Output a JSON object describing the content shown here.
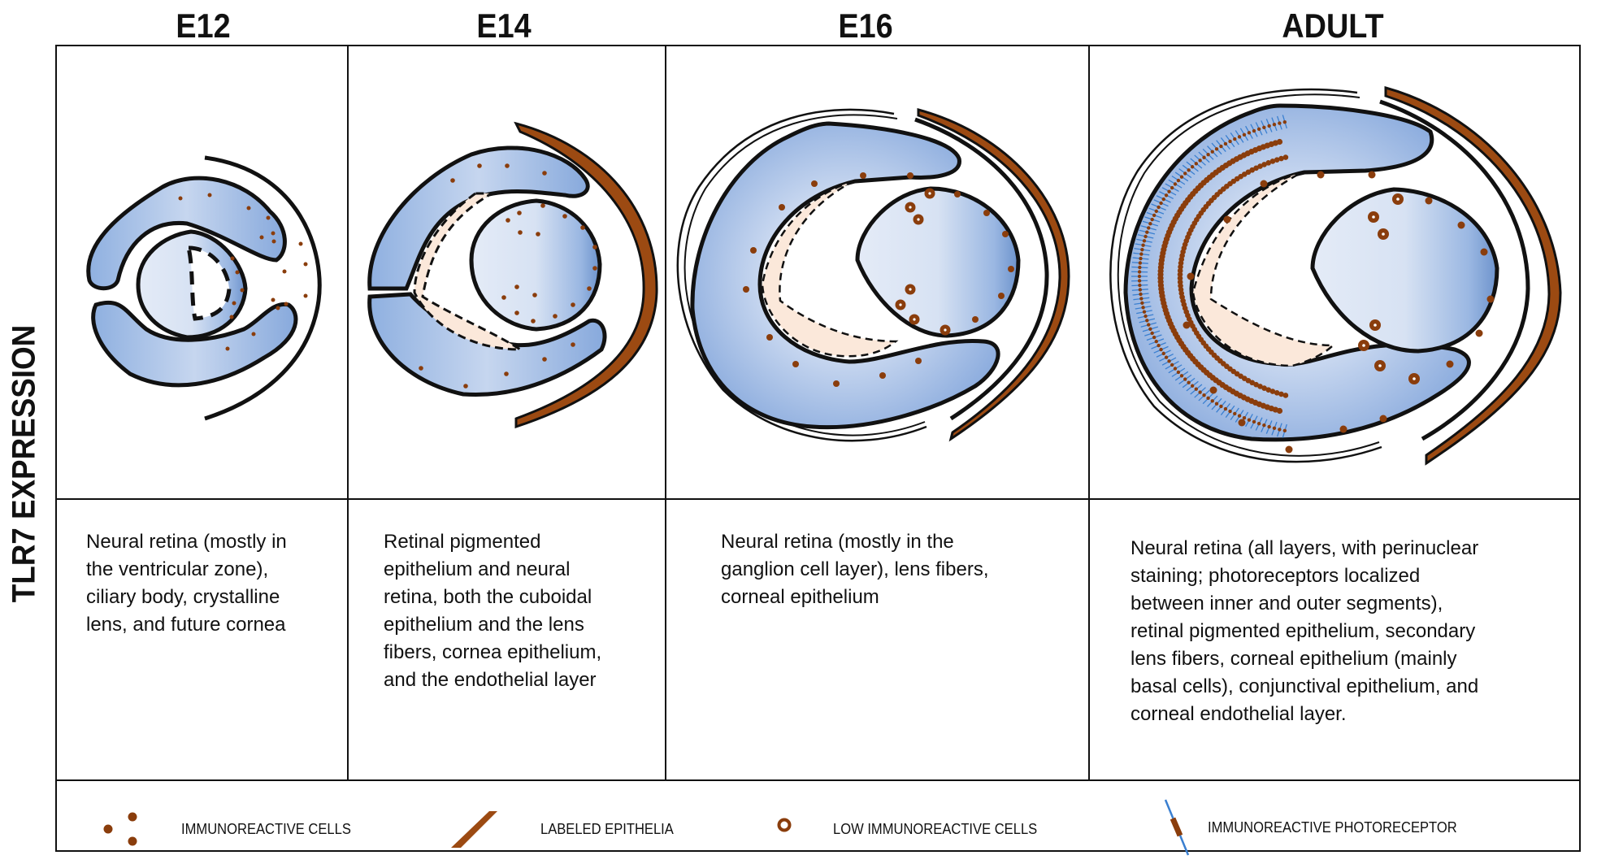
{
  "side_label": "TLR7 EXPRESSION",
  "stages": [
    {
      "title": "E12",
      "description": "Neural retina (mostly in the ventricular zone), ciliary body, crystalline lens, and future cornea",
      "lines": [
        "Neural retina (mostly in",
        "the ventricular zone),",
        "ciliary body, crystalline",
        "lens, and future cornea"
      ]
    },
    {
      "title": "E14",
      "description": "Retinal pigmented epithelium and neural retina, both the cuboidal epithelium and the lens fibers, cornea epithelium, and the endothelial layer",
      "lines": [
        "Retinal pigmented",
        "epithelium and neural",
        "retina, both the cuboidal",
        "epithelium and the lens",
        "fibers, cornea epithelium,",
        "and the endothelial layer"
      ]
    },
    {
      "title": "E16",
      "description": "Neural retina (mostly in the ganglion cell layer), lens fibers, corneal epithelium",
      "lines": [
        "Neural retina (mostly in the",
        "ganglion cell layer), lens fibers,",
        "corneal epithelium"
      ]
    },
    {
      "title": "ADULT",
      "description": "Neural retina (all layers, with perinuclear staining; photoreceptors localized between inner and outer segments), retinal pigmented epithelium, secondary lens fibers, corneal epithelium (mainly basal cells), conjunctival epithelium, and corneal endothelial layer.",
      "lines": [
        "Neural retina (all layers, with perinuclear",
        "staining; photoreceptors localized",
        "between inner and outer segments),",
        "retinal pigmented epithelium, secondary",
        "lens fibers, corneal epithelium (mainly",
        "basal cells), conjunctival epithelium, and",
        "corneal endothelial layer."
      ]
    }
  ],
  "legend": [
    {
      "icon": "immunoreactive-cells-icon",
      "label": "IMMUNOREACTIVE CELLS"
    },
    {
      "icon": "labeled-epithelia-icon",
      "label": "LABELED EPITHELIA"
    },
    {
      "icon": "low-immunoreactive-cells-icon",
      "label": "LOW IMMUNOREACTIVE CELLS"
    },
    {
      "icon": "immunoreactive-photoreceptor-icon",
      "label": "IMMUNOREACTIVE PHOTORECEPTOR"
    }
  ],
  "colors": {
    "brown": "#8a3d0c",
    "epithelium": "#9c4a12",
    "blue_light": "#e2e9f6",
    "blue_dark": "#7ea2d8",
    "peach": "#fbe8da",
    "photoreceptor_blue": "#3a7fd0",
    "line": "#111111"
  }
}
